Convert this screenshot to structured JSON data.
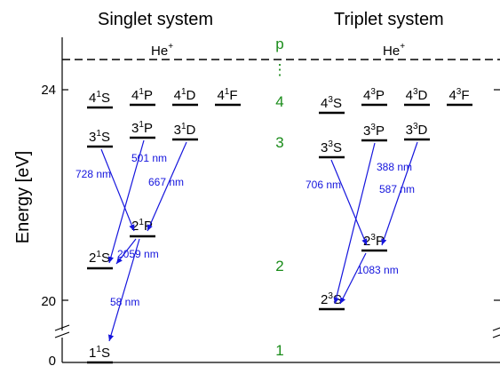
{
  "titles": {
    "singlet": "Singlet system",
    "triplet": "Triplet system"
  },
  "ion_limit": {
    "label": "He",
    "charge": "+",
    "series_label": "p",
    "series_dots": "⋮"
  },
  "y_axis": {
    "label": "Energy [eV]",
    "ticks": [
      "24",
      "20",
      "0"
    ]
  },
  "n_labels": [
    "4",
    "3",
    "2",
    "1"
  ],
  "singlet_levels": [
    {
      "n": "4",
      "sup": "1",
      "L": "S"
    },
    {
      "n": "4",
      "sup": "1",
      "L": "P"
    },
    {
      "n": "4",
      "sup": "1",
      "L": "D"
    },
    {
      "n": "4",
      "sup": "1",
      "L": "F"
    },
    {
      "n": "3",
      "sup": "1",
      "L": "S"
    },
    {
      "n": "3",
      "sup": "1",
      "L": "P"
    },
    {
      "n": "3",
      "sup": "1",
      "L": "D"
    },
    {
      "n": "2",
      "sup": "1",
      "L": "P"
    },
    {
      "n": "2",
      "sup": "1",
      "L": "S"
    },
    {
      "n": "1",
      "sup": "1",
      "L": "S"
    }
  ],
  "triplet_levels": [
    {
      "n": "4",
      "sup": "3",
      "L": "S"
    },
    {
      "n": "4",
      "sup": "3",
      "L": "P"
    },
    {
      "n": "4",
      "sup": "3",
      "L": "D"
    },
    {
      "n": "4",
      "sup": "3",
      "L": "F"
    },
    {
      "n": "3",
      "sup": "3",
      "L": "S"
    },
    {
      "n": "3",
      "sup": "3",
      "L": "P"
    },
    {
      "n": "3",
      "sup": "3",
      "L": "D"
    },
    {
      "n": "2",
      "sup": "3",
      "L": "P"
    },
    {
      "n": "2",
      "sup": "3",
      "L": "S"
    }
  ],
  "transitions": [
    {
      "wavelength": "728 nm",
      "from": "3¹S",
      "to": "2¹P"
    },
    {
      "wavelength": "501 nm",
      "from": "3¹P",
      "to": "2¹S"
    },
    {
      "wavelength": "667 nm",
      "from": "3¹D",
      "to": "2¹P"
    },
    {
      "wavelength": "2059 nm",
      "from": "2¹P",
      "to": "2¹S"
    },
    {
      "wavelength": "58 nm",
      "from": "2¹P",
      "to": "1¹S"
    },
    {
      "wavelength": "706 nm",
      "from": "3³S",
      "to": "2³P"
    },
    {
      "wavelength": "388 nm",
      "from": "3³P",
      "to": "2³S"
    },
    {
      "wavelength": "587 nm",
      "from": "3³D",
      "to": "2³P"
    },
    {
      "wavelength": "1083 nm",
      "from": "2³P",
      "to": "2³S"
    }
  ],
  "colors": {
    "transition": "#1515dd",
    "n_label": "#1a8c1a",
    "level": "#000000"
  }
}
